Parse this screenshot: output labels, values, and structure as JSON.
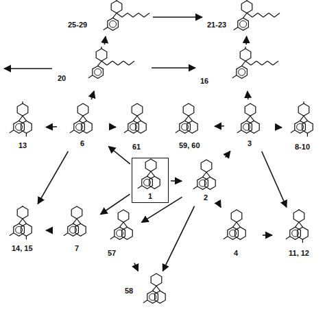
{
  "diagram": {
    "nodes": [
      {
        "text": [
          "25-29"
        ]
      },
      {
        "text": [
          "21-23"
        ]
      },
      {
        "text": [
          "20"
        ]
      },
      {
        "text": [
          "16"
        ]
      },
      {
        "text": [
          "13"
        ]
      },
      {
        "text": [
          "6"
        ]
      },
      {
        "text": [
          "61"
        ]
      },
      {
        "text": [
          "59, 60"
        ]
      },
      {
        "text": [
          "3"
        ]
      },
      {
        "text": [
          "8-10"
        ]
      },
      {
        "text": [
          "1"
        ]
      },
      {
        "text": [
          "2"
        ]
      },
      {
        "text": [
          "14, 15"
        ]
      },
      {
        "text": [
          "7"
        ]
      },
      {
        "text": [
          "57"
        ]
      },
      {
        "text": [
          "4"
        ]
      },
      {
        "text": [
          "11, 12"
        ]
      },
      {
        "text": [
          "58"
        ]
      }
    ],
    "edges": [
      {
        "from": 10,
        "to": 5,
        "arrow": "to"
      },
      {
        "from": 10,
        "to": 13,
        "arrow": "to"
      },
      {
        "from": 10,
        "to": 11,
        "arrow": "to"
      },
      {
        "from": 11,
        "to": 14,
        "arrow": "to"
      },
      {
        "from": 11,
        "to": 17,
        "arrow": "to"
      },
      {
        "from": 14,
        "to": 17,
        "arrow": "to"
      },
      {
        "from": 11,
        "to": 8,
        "arrow": "to"
      },
      {
        "from": 11,
        "to": 15,
        "arrow": "to"
      },
      {
        "from": 8,
        "to": 9,
        "arrow": "to"
      },
      {
        "from": 8,
        "to": 7,
        "arrow": "to"
      },
      {
        "from": 8,
        "to": 3,
        "arrow": "to"
      },
      {
        "from": 8,
        "to": 16,
        "arrow": "to"
      },
      {
        "from": 15,
        "to": 16,
        "arrow": "to"
      },
      {
        "from": 5,
        "to": 4,
        "arrow": "to"
      },
      {
        "from": 5,
        "to": 6,
        "arrow": "to"
      },
      {
        "from": 5,
        "to": 2,
        "arrow": "to"
      },
      {
        "from": 5,
        "to": 12,
        "arrow": "to"
      },
      {
        "from": 13,
        "to": 12,
        "arrow": "to"
      },
      {
        "from": 2,
        "to": 0,
        "arrow": "to"
      },
      {
        "from": 2,
        "to": 3,
        "arrow": "to"
      },
      {
        "from": 0,
        "to": 1,
        "arrow": "to"
      },
      {
        "from": 3,
        "to": 1,
        "arrow": "to"
      }
    ]
  }
}
